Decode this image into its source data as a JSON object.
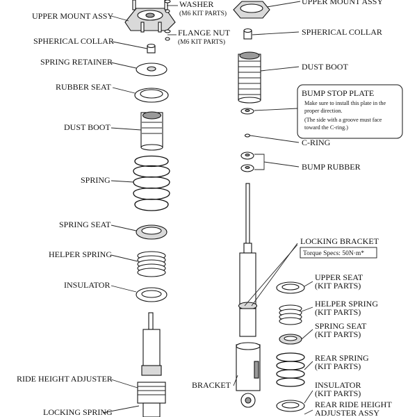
{
  "labels": {
    "upper_mount_left": "UPPER MOUNT ASSY",
    "washer": "WASHER",
    "washer_sub": "(M6 KIT PARTS)",
    "flange_nut": "FLANGE NUT",
    "flange_nut_sub": "(M6 KIT PARTS)",
    "spherical_collar_left": "SPHERICAL COLLAR",
    "spring_retainer": "SPRING RETAINER",
    "rubber_seat": "RUBBER SEAT",
    "dust_boot_left": "DUST BOOT",
    "spring": "SPRING",
    "spring_seat": "SPRING SEAT",
    "helper_spring_left": "HELPER SPRING",
    "insulator_left": "INSULATOR",
    "ride_height_adjuster": "RIDE HEIGHT ADJUSTER",
    "locking_spring": "LOCKING SPRING",
    "upper_mount_right": "UPPER MOUNT ASSY",
    "spherical_collar_right": "SPHERICAL COLLAR",
    "dust_boot_right": "DUST BOOT",
    "bump_stop_plate": "BUMP STOP PLATE",
    "c_ring": "C-RING",
    "bump_rubber": "BUMP RUBBER",
    "locking_bracket": "LOCKING BRACKET",
    "torque_specs": "Torque Specs: 50N·m*",
    "upper_seat": "UPPER SEAT",
    "upper_seat_sub": "(KIT PARTS)",
    "helper_spring_right": "HELPER SPRING",
    "helper_spring_right_sub": "(KIT PARTS)",
    "spring_seat_right": "SPRING SEAT",
    "spring_seat_right_sub": "(KIT PARTS)",
    "rear_spring": "REAR SPRING",
    "rear_spring_sub": "(KIT PARTS)",
    "insulator_right": "INSULATOR",
    "insulator_right_sub": "(KIT PARTS)",
    "rear_ride_height": "REAR RIDE HEIGHT",
    "rear_ride_height_sub": "ADJUSTER ASSY",
    "bracket": "BRACKET"
  },
  "note": {
    "line1": "Make sure to install this plate in the",
    "line2": "proper direction.",
    "line3": "(The side with a groove must face",
    "line4": "toward the C-ring.)"
  }
}
